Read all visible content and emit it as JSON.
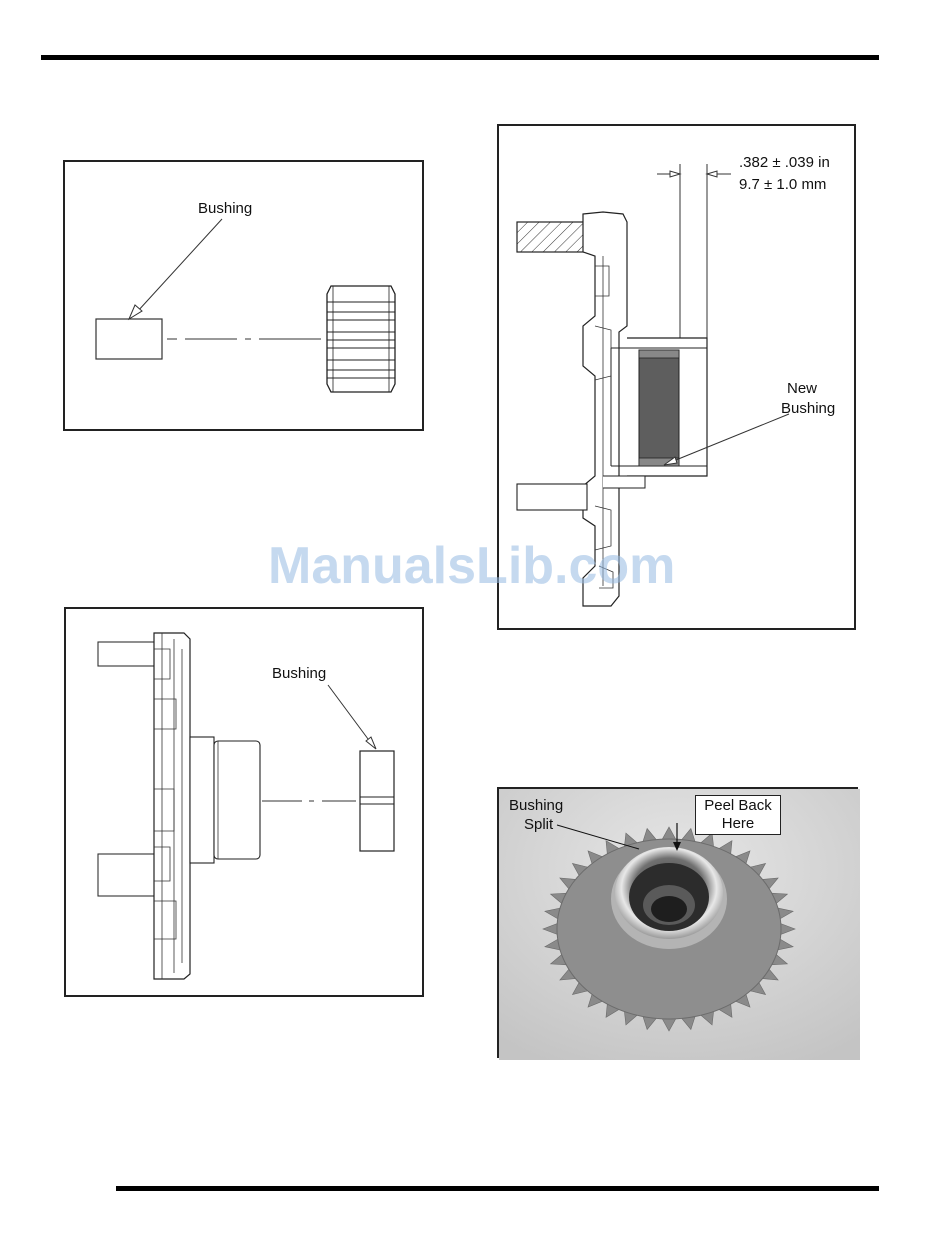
{
  "fig1": {
    "label_bushing": "Bushing"
  },
  "fig2": {
    "label_bushing": "Bushing"
  },
  "fig3": {
    "dim_in": ".382 ± .039 in",
    "dim_mm": "9.7 ± 1.0 mm",
    "label_new": "New",
    "label_bushing": "Bushing"
  },
  "fig4": {
    "label_bushing": "Bushing",
    "label_split": "Split",
    "label_peel1": "Peel Back",
    "label_peel2": "Here"
  },
  "watermark": "ManualsLib.com"
}
